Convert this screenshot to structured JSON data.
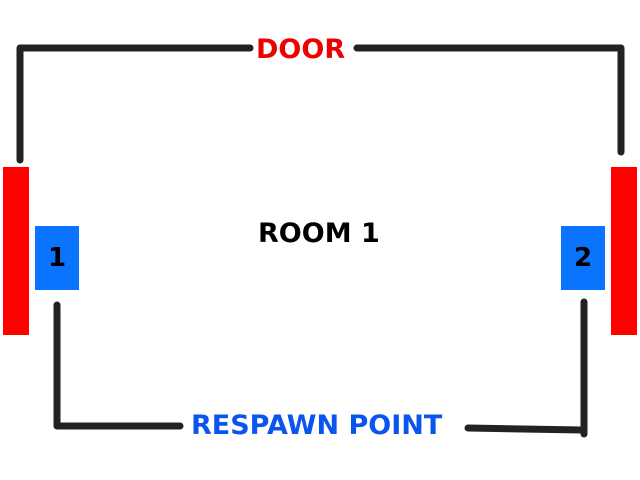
{
  "labels": {
    "door": "DOOR",
    "room": "ROOM 1",
    "respawn": "RESPAWN POINT"
  },
  "spawn_points": [
    {
      "id": "1"
    },
    {
      "id": "2"
    }
  ],
  "colors": {
    "wall": "#222222",
    "door": "#ff0000",
    "door_label": "#ee0000",
    "spawn_box": "#0a74ff",
    "respawn_label": "#0a55ee"
  }
}
